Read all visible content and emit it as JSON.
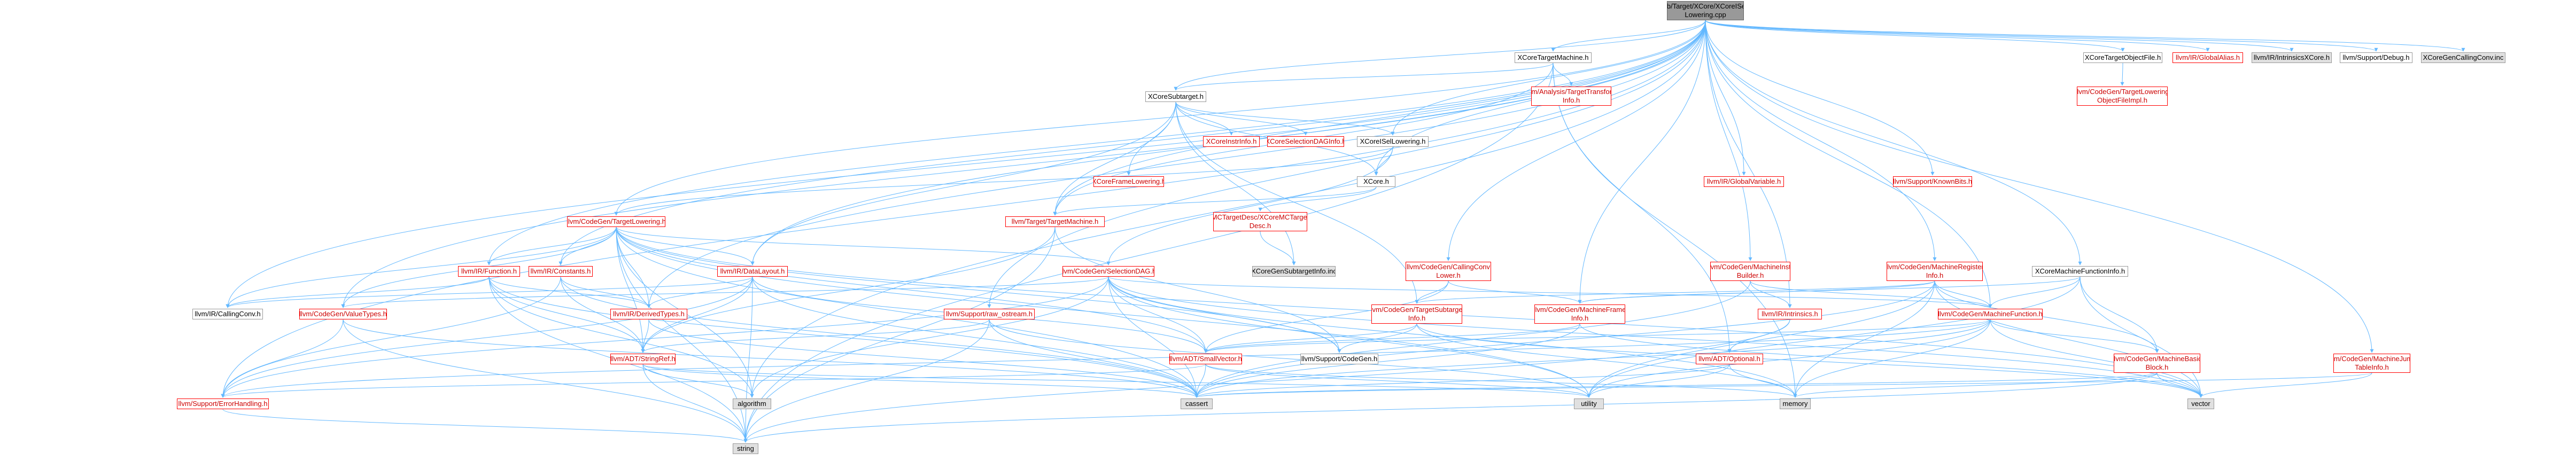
{
  "nodes": [
    {
      "id": "root",
      "label": "lib/Target/XCore/XCoreISel\nLowering.cpp",
      "style": "root"
    },
    {
      "id": "xtm",
      "label": "XCoreTargetMachine.h",
      "style": "normal"
    },
    {
      "id": "xtof",
      "label": "XCoreTargetObjectFile.h",
      "style": "normal"
    },
    {
      "id": "gal",
      "label": "llvm/IR/GlobalAlias.h",
      "style": "red"
    },
    {
      "id": "intx",
      "label": "llvm/IR/IntrinsicsXCore.h",
      "style": "grey"
    },
    {
      "id": "dbg",
      "label": "llvm/Support/Debug.h",
      "style": "normal"
    },
    {
      "id": "xcc",
      "label": "XCoreGenCallingConv.inc",
      "style": "grey"
    },
    {
      "id": "xst",
      "label": "XCoreSubtarget.h",
      "style": "normal"
    },
    {
      "id": "tti",
      "label": "llvm/Analysis/TargetTransform\nInfo.h",
      "style": "red"
    },
    {
      "id": "tlof",
      "label": "llvm/CodeGen/TargetLowering\nObjectFileImpl.h",
      "style": "red"
    },
    {
      "id": "xii",
      "label": "XCoreInstrInfo.h",
      "style": "red"
    },
    {
      "id": "xsdag",
      "label": "XCoreSelectionDAGInfo.h",
      "style": "red"
    },
    {
      "id": "xisl",
      "label": "XCoreISelLowering.h",
      "style": "normal"
    },
    {
      "id": "xfl",
      "label": "XCoreFrameLowering.h",
      "style": "red"
    },
    {
      "id": "xcore",
      "label": "XCore.h",
      "style": "normal"
    },
    {
      "id": "gv",
      "label": "llvm/IR/GlobalVariable.h",
      "style": "red"
    },
    {
      "id": "kb",
      "label": "llvm/Support/KnownBits.h",
      "style": "red"
    },
    {
      "id": "cgtl",
      "label": "llvm/CodeGen/TargetLowering.h",
      "style": "red"
    },
    {
      "id": "tm",
      "label": "llvm/Target/TargetMachine.h",
      "style": "red"
    },
    {
      "id": "mcdesc",
      "label": "MCTargetDesc/XCoreMCTarget\nDesc.h",
      "style": "red"
    },
    {
      "id": "ccl",
      "label": "llvm/CodeGen/CallingConv\nLower.h",
      "style": "red"
    },
    {
      "id": "mib",
      "label": "llvm/CodeGen/MachineInstr\nBuilder.h",
      "style": "red"
    },
    {
      "id": "mri",
      "label": "llvm/CodeGen/MachineRegister\nInfo.h",
      "style": "red"
    },
    {
      "id": "xmfi",
      "label": "XCoreMachineFunctionInfo.h",
      "style": "normal"
    },
    {
      "id": "fn",
      "label": "llvm/IR/Function.h",
      "style": "red"
    },
    {
      "id": "const",
      "label": "llvm/IR/Constants.h",
      "style": "red"
    },
    {
      "id": "dl",
      "label": "llvm/IR/DataLayout.h",
      "style": "red"
    },
    {
      "id": "sdag",
      "label": "llvm/CodeGen/SelectionDAG.h",
      "style": "red"
    },
    {
      "id": "xsti",
      "label": "XCoreGenSubtargetInfo.inc",
      "style": "grey"
    },
    {
      "id": "cc",
      "label": "llvm/IR/CallingConv.h",
      "style": "normal"
    },
    {
      "id": "vt",
      "label": "llvm/CodeGen/ValueTypes.h",
      "style": "red"
    },
    {
      "id": "dt",
      "label": "llvm/IR/DerivedTypes.h",
      "style": "red"
    },
    {
      "id": "raw",
      "label": "llvm/Support/raw_ostream.h",
      "style": "red"
    },
    {
      "id": "tsi",
      "label": "llvm/CodeGen/TargetSubtarget\nInfo.h",
      "style": "red"
    },
    {
      "id": "mfr",
      "label": "llvm/CodeGen/MachineFrame\nInfo.h",
      "style": "red"
    },
    {
      "id": "intr",
      "label": "llvm/IR/Intrinsics.h",
      "style": "red"
    },
    {
      "id": "mf",
      "label": "llvm/CodeGen/MachineFunction.h",
      "style": "red"
    },
    {
      "id": "mjt",
      "label": "llvm/CodeGen/MachineJump\nTableInfo.h",
      "style": "red"
    },
    {
      "id": "sr",
      "label": "llvm/ADT/StringRef.h",
      "style": "red"
    },
    {
      "id": "sv",
      "label": "llvm/ADT/SmallVector.h",
      "style": "red"
    },
    {
      "id": "cg",
      "label": "llvm/Support/CodeGen.h",
      "style": "normal"
    },
    {
      "id": "opt",
      "label": "llvm/ADT/Optional.h",
      "style": "red"
    },
    {
      "id": "mbb",
      "label": "llvm/CodeGen/MachineBasic\nBlock.h",
      "style": "red"
    },
    {
      "id": "eh",
      "label": "llvm/Support/ErrorHandling.h",
      "style": "red"
    },
    {
      "id": "algo",
      "label": "algorithm",
      "style": "grey"
    },
    {
      "id": "cass",
      "label": "cassert",
      "style": "grey"
    },
    {
      "id": "util",
      "label": "utility",
      "style": "grey"
    },
    {
      "id": "mem",
      "label": "memory",
      "style": "grey"
    },
    {
      "id": "vec",
      "label": "vector",
      "style": "grey"
    },
    {
      "id": "str",
      "label": "string",
      "style": "grey"
    }
  ],
  "edges": [
    [
      "root",
      "xtm"
    ],
    [
      "root",
      "xtof"
    ],
    [
      "root",
      "gal"
    ],
    [
      "root",
      "intx"
    ],
    [
      "root",
      "dbg"
    ],
    [
      "root",
      "xcc"
    ],
    [
      "root",
      "xst"
    ],
    [
      "root",
      "xisl"
    ],
    [
      "root",
      "xcore"
    ],
    [
      "root",
      "gv"
    ],
    [
      "root",
      "kb"
    ],
    [
      "root",
      "tm"
    ],
    [
      "root",
      "ccl"
    ],
    [
      "root",
      "mib"
    ],
    [
      "root",
      "mri"
    ],
    [
      "root",
      "xmfi"
    ],
    [
      "root",
      "fn"
    ],
    [
      "root",
      "const"
    ],
    [
      "root",
      "dl"
    ],
    [
      "root",
      "cc"
    ],
    [
      "root",
      "vt"
    ],
    [
      "root",
      "dt"
    ],
    [
      "root",
      "raw"
    ],
    [
      "root",
      "mfr"
    ],
    [
      "root",
      "intr"
    ],
    [
      "root",
      "mf"
    ],
    [
      "root",
      "mjt"
    ],
    [
      "root",
      "eh"
    ],
    [
      "root",
      "algo"
    ],
    [
      "root",
      "cgtl"
    ],
    [
      "xtm",
      "xst"
    ],
    [
      "xtm",
      "tti"
    ],
    [
      "xtm",
      "tm"
    ],
    [
      "xtm",
      "opt"
    ],
    [
      "xtm",
      "mem"
    ],
    [
      "xtm",
      "str"
    ],
    [
      "xtof",
      "tlof"
    ],
    [
      "xst",
      "xii"
    ],
    [
      "xst",
      "xsdag"
    ],
    [
      "xst",
      "xisl"
    ],
    [
      "xst",
      "xfl"
    ],
    [
      "xst",
      "xcore"
    ],
    [
      "xst",
      "tsi"
    ],
    [
      "xst",
      "dl"
    ],
    [
      "xst",
      "xsti"
    ],
    [
      "xst",
      "tm"
    ],
    [
      "xisl",
      "cgtl"
    ],
    [
      "xisl",
      "sdag"
    ],
    [
      "xisl",
      "xcore"
    ],
    [
      "xcore",
      "tm"
    ],
    [
      "xcore",
      "mcdesc"
    ],
    [
      "mcdesc",
      "xsti"
    ],
    [
      "cgtl",
      "fn"
    ],
    [
      "cgtl",
      "const"
    ],
    [
      "cgtl",
      "dl"
    ],
    [
      "cgtl",
      "sdag"
    ],
    [
      "cgtl",
      "cc"
    ],
    [
      "cgtl",
      "vt"
    ],
    [
      "cgtl",
      "dt"
    ],
    [
      "cgtl",
      "sr"
    ],
    [
      "cgtl",
      "sv"
    ],
    [
      "cgtl",
      "cg"
    ],
    [
      "cgtl",
      "algo"
    ],
    [
      "cgtl",
      "cass"
    ],
    [
      "cgtl",
      "vec"
    ],
    [
      "cgtl",
      "str"
    ],
    [
      "cgtl",
      "util"
    ],
    [
      "tm",
      "sr"
    ],
    [
      "tm",
      "cg"
    ],
    [
      "tm",
      "str"
    ],
    [
      "ccl",
      "sv"
    ],
    [
      "ccl",
      "mfr"
    ],
    [
      "ccl",
      "tsi"
    ],
    [
      "mib",
      "mf"
    ],
    [
      "mib",
      "intr"
    ],
    [
      "mib",
      "cass"
    ],
    [
      "mri",
      "mf"
    ],
    [
      "mri",
      "mbb"
    ],
    [
      "mri",
      "tsi"
    ],
    [
      "mri",
      "mfr"
    ],
    [
      "mri",
      "vec"
    ],
    [
      "mri",
      "mem"
    ],
    [
      "mri",
      "util"
    ],
    [
      "mri",
      "cass"
    ],
    [
      "xmfi",
      "mf"
    ],
    [
      "xmfi",
      "mfr"
    ],
    [
      "xmfi",
      "mbb"
    ],
    [
      "xmfi",
      "vec"
    ],
    [
      "xmfi",
      "util"
    ],
    [
      "fn",
      "cc"
    ],
    [
      "fn",
      "dt"
    ],
    [
      "fn",
      "sr"
    ],
    [
      "fn",
      "algo"
    ],
    [
      "fn",
      "cass"
    ],
    [
      "fn",
      "str"
    ],
    [
      "const",
      "dt"
    ],
    [
      "const",
      "sr"
    ],
    [
      "const",
      "eh"
    ],
    [
      "const",
      "cass"
    ],
    [
      "dl",
      "dt"
    ],
    [
      "dl",
      "sr"
    ],
    [
      "dl",
      "sv"
    ],
    [
      "dl",
      "eh"
    ],
    [
      "dl",
      "cass"
    ],
    [
      "dl",
      "str"
    ],
    [
      "dl",
      "cc"
    ],
    [
      "sdag",
      "sv"
    ],
    [
      "sdag",
      "mf"
    ],
    [
      "sdag",
      "vt"
    ],
    [
      "sdag",
      "eh"
    ],
    [
      "sdag",
      "cass"
    ],
    [
      "sdag",
      "algo"
    ],
    [
      "sdag",
      "mem"
    ],
    [
      "sdag",
      "vec"
    ],
    [
      "sdag",
      "util"
    ],
    [
      "sdag",
      "cg"
    ],
    [
      "vt",
      "eh"
    ],
    [
      "vt",
      "cass"
    ],
    [
      "vt",
      "str"
    ],
    [
      "dt",
      "sr"
    ],
    [
      "dt",
      "cass"
    ],
    [
      "raw",
      "sr"
    ],
    [
      "raw",
      "cass"
    ],
    [
      "raw",
      "str"
    ],
    [
      "raw",
      "util"
    ],
    [
      "tsi",
      "sv"
    ],
    [
      "tsi",
      "cg"
    ],
    [
      "tsi",
      "mem"
    ],
    [
      "tsi",
      "vec"
    ],
    [
      "mfr",
      "sv"
    ],
    [
      "mfr",
      "cass"
    ],
    [
      "mfr",
      "vec"
    ],
    [
      "intr",
      "opt"
    ],
    [
      "intr",
      "str"
    ],
    [
      "mf",
      "sv"
    ],
    [
      "mf",
      "mbb"
    ],
    [
      "mf",
      "eh"
    ],
    [
      "mf",
      "cass"
    ],
    [
      "mf",
      "util"
    ],
    [
      "mf",
      "vec"
    ],
    [
      "mf",
      "mem"
    ],
    [
      "mjt",
      "vec"
    ],
    [
      "mjt",
      "cass"
    ],
    [
      "sr",
      "algo"
    ],
    [
      "sr",
      "cass"
    ],
    [
      "sr",
      "str"
    ],
    [
      "sr",
      "util"
    ],
    [
      "sv",
      "cass"
    ],
    [
      "sv",
      "util"
    ],
    [
      "sv",
      "mem"
    ],
    [
      "sv",
      "eh"
    ],
    [
      "opt",
      "cass"
    ],
    [
      "opt",
      "util"
    ],
    [
      "opt",
      "mem"
    ],
    [
      "mbb",
      "cass"
    ],
    [
      "mbb",
      "vec"
    ],
    [
      "mbb",
      "mem"
    ],
    [
      "mbb",
      "str"
    ],
    [
      "eh",
      "str"
    ]
  ],
  "colors": {
    "edge": "#63b8ff",
    "root_fill": "#999999",
    "grey_fill": "#e0e0e0",
    "red_border": "#ff0000",
    "red_text": "#cc0000"
  }
}
